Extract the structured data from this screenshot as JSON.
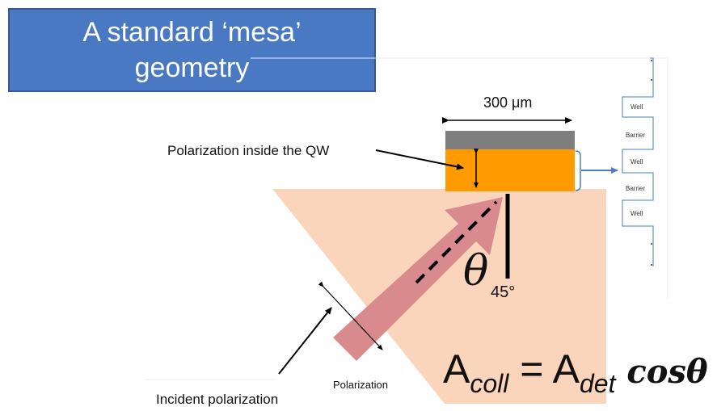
{
  "title": {
    "line1": "A standard ‘mesa’",
    "line2": "geometry"
  },
  "labels": {
    "width": "300 μm",
    "polarization_inside": "Polarization inside the QW",
    "incident_polarization": "Incident polarization",
    "polarization": "Polarization",
    "theta": "θ",
    "angle": "45°"
  },
  "formula": {
    "a1": "A",
    "a1_sub": "coll",
    "eq": " = ",
    "a2": "A",
    "a2_sub": "det",
    "cos": " cosθ"
  },
  "layers": [
    "Well",
    "Barrier",
    "Well",
    "Barrier",
    "Well"
  ],
  "colors": {
    "title_bg": "#4a79c4",
    "substrate": "#fbd5bb",
    "mesa": "#ff9a00",
    "cap": "#7f7f7f",
    "beam": "#d98a8c",
    "connector": "#4a7fc0"
  }
}
